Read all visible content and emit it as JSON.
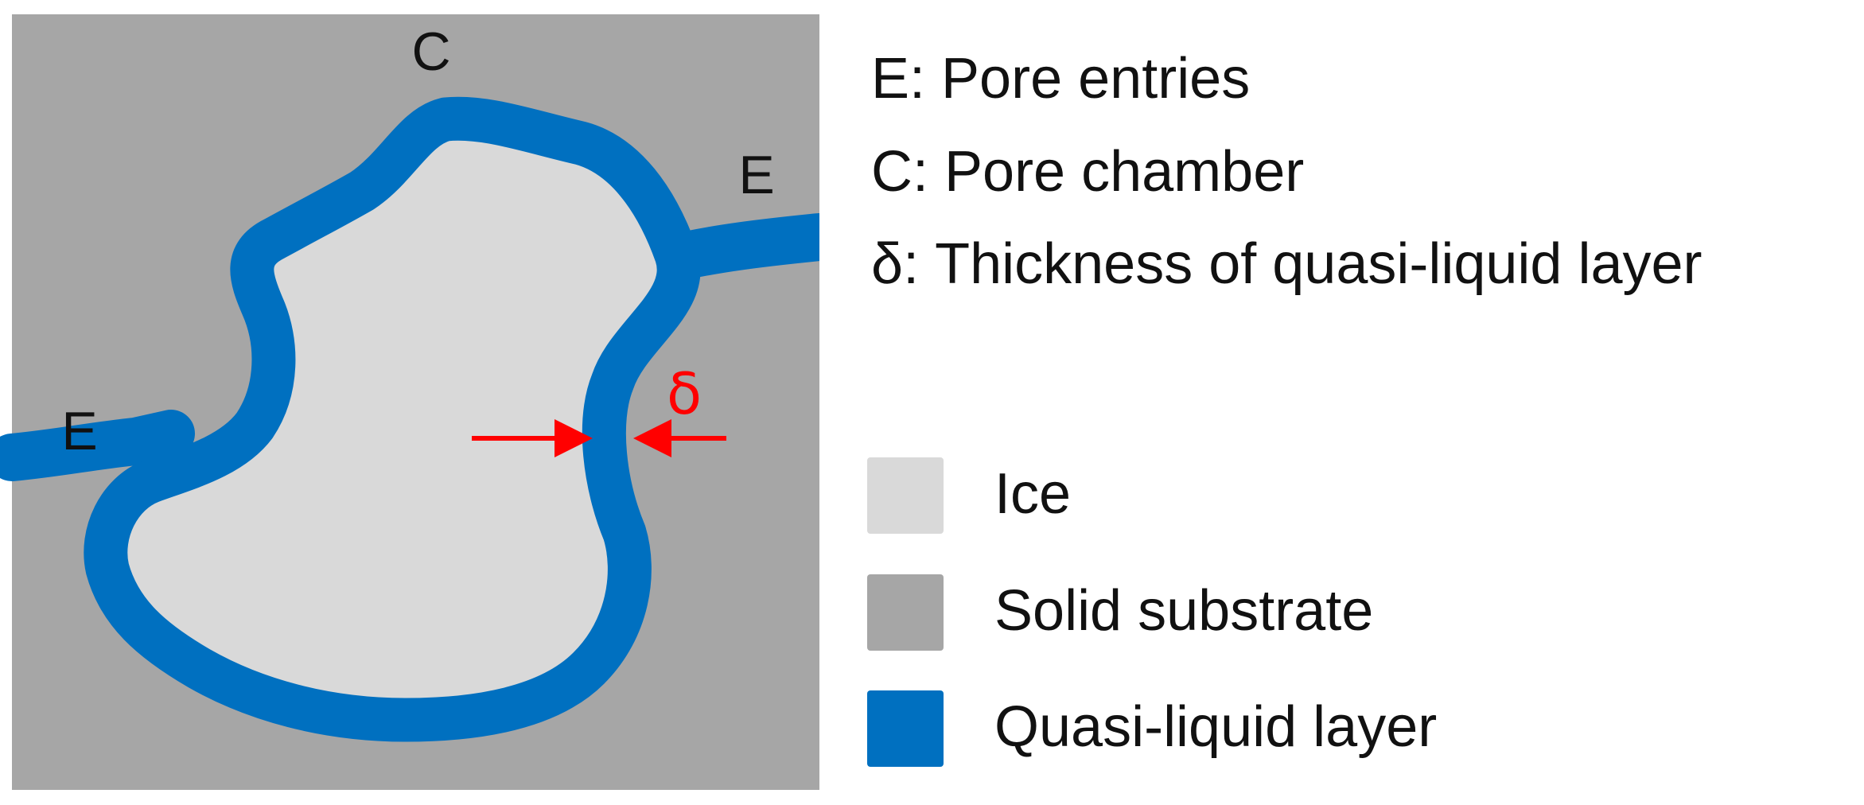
{
  "diagram": {
    "labels": {
      "entry_left": "E",
      "entry_right": "E",
      "chamber": "C",
      "thickness": "δ"
    }
  },
  "definitions": {
    "entries": "E: Pore entries",
    "chamber": "C: Pore chamber",
    "thickness": "δ: Thickness of quasi-liquid layer"
  },
  "legend": {
    "items": [
      {
        "label": "Ice",
        "color": "#d9d9d9"
      },
      {
        "label": "Solid substrate",
        "color": "#a6a6a6"
      },
      {
        "label": "Quasi-liquid layer",
        "color": "#0070c0"
      }
    ]
  },
  "colors": {
    "ice": "#d9d9d9",
    "substrate": "#a6a6a6",
    "quasi_liquid": "#0070c0",
    "arrow": "#ff0000"
  }
}
